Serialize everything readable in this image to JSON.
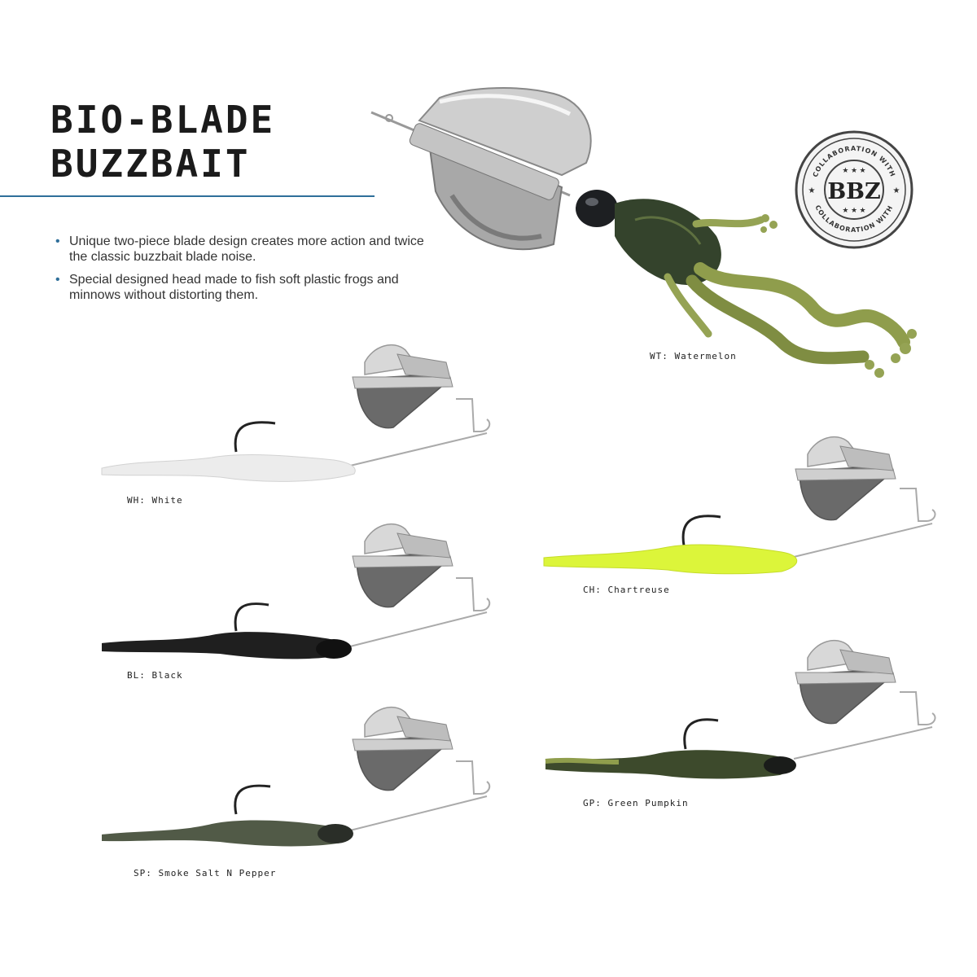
{
  "header": {
    "title_line1": "BIO-BLADE",
    "title_line2": "BUZZBAIT"
  },
  "features": [
    "Unique two-piece blade design creates more action and twice the classic buzzbait blade noise.",
    "Special designed head made to fish soft plastic frogs and minnows without distorting them."
  ],
  "badge": {
    "top_text": "COLLABORATION WITH",
    "bottom_text": "COLLABORATION WITH",
    "center_text": "BBZ"
  },
  "colors": [
    {
      "label": "WT: Watermelon",
      "body_color": "#3a4a2a",
      "leg_color": "#8c9a4a"
    },
    {
      "label": "WH: White",
      "body_color": "#ececec"
    },
    {
      "label": "CH: Chartreuse",
      "body_color": "#d8f23a"
    },
    {
      "label": "BL: Black",
      "body_color": "#1c1c1c"
    },
    {
      "label": "GP: Green Pumpkin",
      "body_color": "#3d4a2c"
    },
    {
      "label": "SP: Smoke Salt N Pepper",
      "body_color": "#4a5240"
    }
  ],
  "palette": {
    "accent": "#2f6f9a",
    "blade_metal": "#b9b9b9"
  }
}
